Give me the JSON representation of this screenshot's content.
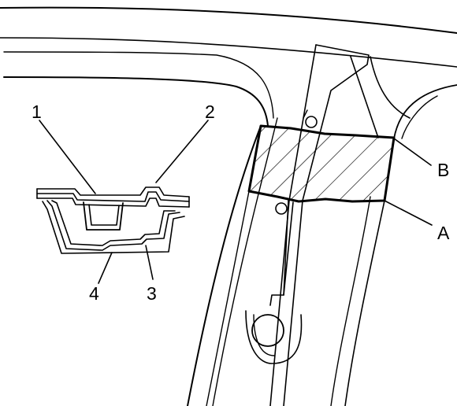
{
  "callouts": {
    "c1": "1",
    "c2": "2",
    "c3": "3",
    "c4": "4",
    "cA": "A",
    "cB": "B"
  },
  "colors": {
    "ink": "#000000",
    "background": "#ffffff"
  }
}
